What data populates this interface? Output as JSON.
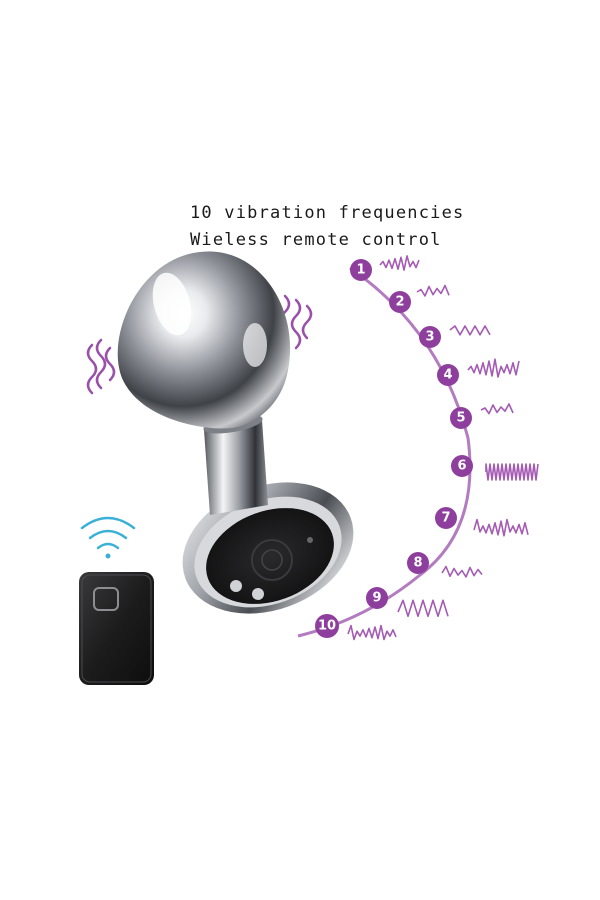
{
  "headline": {
    "line1": "10 vibration frequencies",
    "line2": "Wieless remote control"
  },
  "colors": {
    "accent": "#8e3f9e",
    "wave": "#a45bb3",
    "remote": "#1e1e1e",
    "metal": "#b9bcc2"
  },
  "modes": [
    {
      "label": "1",
      "icon": "wave-pattern-1"
    },
    {
      "label": "2",
      "icon": "wave-pattern-2"
    },
    {
      "label": "3",
      "icon": "wave-pattern-3"
    },
    {
      "label": "4",
      "icon": "wave-pattern-4"
    },
    {
      "label": "5",
      "icon": "wave-pattern-5"
    },
    {
      "label": "6",
      "icon": "wave-pattern-6"
    },
    {
      "label": "7",
      "icon": "wave-pattern-7"
    },
    {
      "label": "8",
      "icon": "wave-pattern-8"
    },
    {
      "label": "9",
      "icon": "wave-pattern-9"
    },
    {
      "label": "10",
      "icon": "wave-pattern-10"
    }
  ],
  "icons": {
    "wifi": "wireless-signal-icon",
    "vibration": "vibration-squiggle-icon",
    "remote": "remote-control-icon",
    "product": "metal-plug-product-image"
  }
}
